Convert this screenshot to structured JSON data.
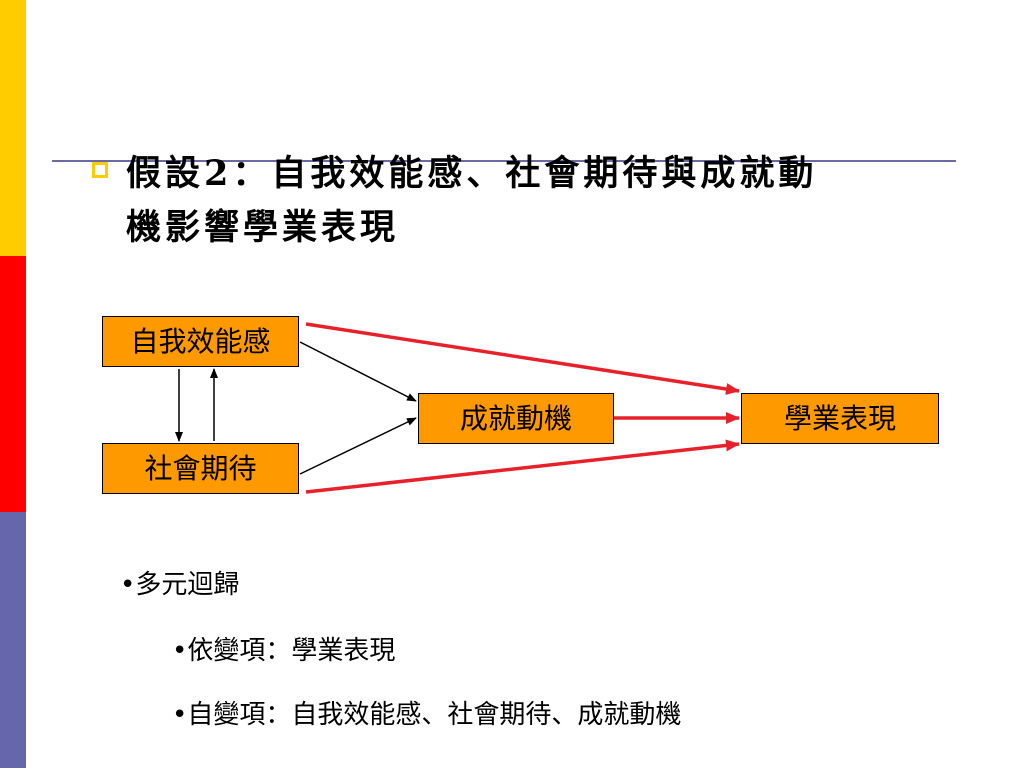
{
  "title": {
    "line1": "假設2：自我效能感、社會期待與成就動",
    "line2": "機影響學業表現"
  },
  "diagram": {
    "nodes": {
      "efficacy": "自我效能感",
      "social": "社會期待",
      "motivation": "成就動機",
      "performance": "學業表現"
    }
  },
  "notes": {
    "method": "•多元迴歸",
    "dependent": "•依變項：學業表現",
    "independent": "•自變項：自我效能感、社會期待、成就動機"
  },
  "colors": {
    "node_fill": "#ff9900",
    "red_arrow": "#e8202a",
    "black_arrow": "#000000",
    "bar_yellow": "#ffcc00",
    "bar_red": "#ff0000",
    "bar_blue": "#6666aa"
  }
}
